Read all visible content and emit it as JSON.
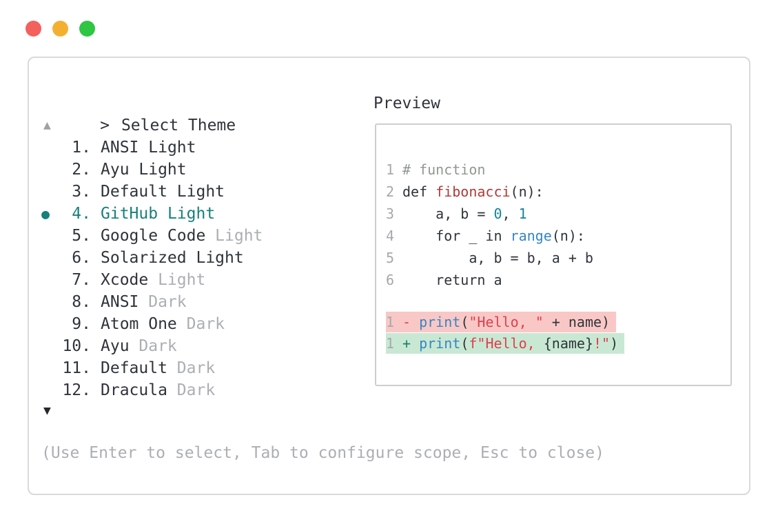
{
  "colors": {
    "accent": "#17807a",
    "ink": "#2e343a",
    "gray": "#abafb2",
    "traffic_red": "#f4605c",
    "traffic_yellow": "#f3b030",
    "traffic_green": "#2ec643",
    "comment": "#8f998f",
    "function_name": "#b03a37",
    "number_literal": "#11849a",
    "builtin": "#3585c5",
    "string": "#df3e4e",
    "diff_deletion_bg": "#f9c8c6",
    "diff_insertion_bg": "#c9e8d3",
    "diff_minus": "#dc3d55",
    "diff_plus": "#18806d"
  },
  "window_controls": {
    "close": "close",
    "minimize": "minimize",
    "zoom": "zoom"
  },
  "theme_picker": {
    "prompt": ">",
    "title": "Select Theme",
    "scroll_up": "▲",
    "scroll_down": "▼",
    "selected_bullet": "●",
    "items": [
      {
        "number": "1.",
        "name": "ANSI",
        "variant": "Light",
        "variant_muted": false,
        "selected": false
      },
      {
        "number": "2.",
        "name": "Ayu",
        "variant": "Light",
        "variant_muted": false,
        "selected": false
      },
      {
        "number": "3.",
        "name": "Default",
        "variant": "Light",
        "variant_muted": false,
        "selected": false
      },
      {
        "number": "4.",
        "name": "GitHub",
        "variant": "Light",
        "variant_muted": false,
        "selected": true
      },
      {
        "number": "5.",
        "name": "Google Code",
        "variant": "Light",
        "variant_muted": true,
        "selected": false
      },
      {
        "number": "6.",
        "name": "Solarized",
        "variant": "Light",
        "variant_muted": false,
        "selected": false
      },
      {
        "number": "7.",
        "name": "Xcode",
        "variant": "Light",
        "variant_muted": true,
        "selected": false
      },
      {
        "number": "8.",
        "name": "ANSI",
        "variant": "Dark",
        "variant_muted": true,
        "selected": false
      },
      {
        "number": "9.",
        "name": "Atom One",
        "variant": "Dark",
        "variant_muted": true,
        "selected": false
      },
      {
        "number": "10.",
        "name": "Ayu",
        "variant": "Dark",
        "variant_muted": true,
        "selected": false
      },
      {
        "number": "11.",
        "name": "Default",
        "variant": "Dark",
        "variant_muted": true,
        "selected": false
      },
      {
        "number": "12.",
        "name": "Dracula",
        "variant": "Dark",
        "variant_muted": true,
        "selected": false
      }
    ],
    "help_text": "(Use Enter to select, Tab to configure scope, Esc to close)"
  },
  "preview": {
    "label": "Preview",
    "code_lines": [
      {
        "num": "1",
        "segments": [
          {
            "t": "# function",
            "c": "comment"
          }
        ]
      },
      {
        "num": "2",
        "segments": [
          {
            "t": "def ",
            "c": "text"
          },
          {
            "t": "fibonacci",
            "c": "func"
          },
          {
            "t": "(n):",
            "c": "text"
          }
        ]
      },
      {
        "num": "3",
        "segments": [
          {
            "t": "    a, b = ",
            "c": "text"
          },
          {
            "t": "0",
            "c": "num"
          },
          {
            "t": ", ",
            "c": "text"
          },
          {
            "t": "1",
            "c": "num"
          }
        ]
      },
      {
        "num": "4",
        "segments": [
          {
            "t": "    for _ in ",
            "c": "text"
          },
          {
            "t": "range",
            "c": "builtin"
          },
          {
            "t": "(n):",
            "c": "text"
          }
        ]
      },
      {
        "num": "5",
        "segments": [
          {
            "t": "        a, b = b, a + b",
            "c": "text"
          }
        ]
      },
      {
        "num": "6",
        "segments": [
          {
            "t": "    return a",
            "c": "text"
          }
        ]
      }
    ],
    "diff_lines": [
      {
        "num": "1",
        "marker": "-",
        "type": "deletion",
        "segments": [
          {
            "t": "print",
            "c": "builtin"
          },
          {
            "t": "(",
            "c": "text"
          },
          {
            "t": "\"Hello, \"",
            "c": "string"
          },
          {
            "t": " + name)",
            "c": "text"
          }
        ]
      },
      {
        "num": "1",
        "marker": "+",
        "type": "insertion",
        "segments": [
          {
            "t": "print",
            "c": "builtin"
          },
          {
            "t": "(",
            "c": "text"
          },
          {
            "t": "f\"Hello, ",
            "c": "string"
          },
          {
            "t": "{name}",
            "c": "text"
          },
          {
            "t": "!\"",
            "c": "string"
          },
          {
            "t": ")",
            "c": "text"
          }
        ]
      }
    ]
  }
}
